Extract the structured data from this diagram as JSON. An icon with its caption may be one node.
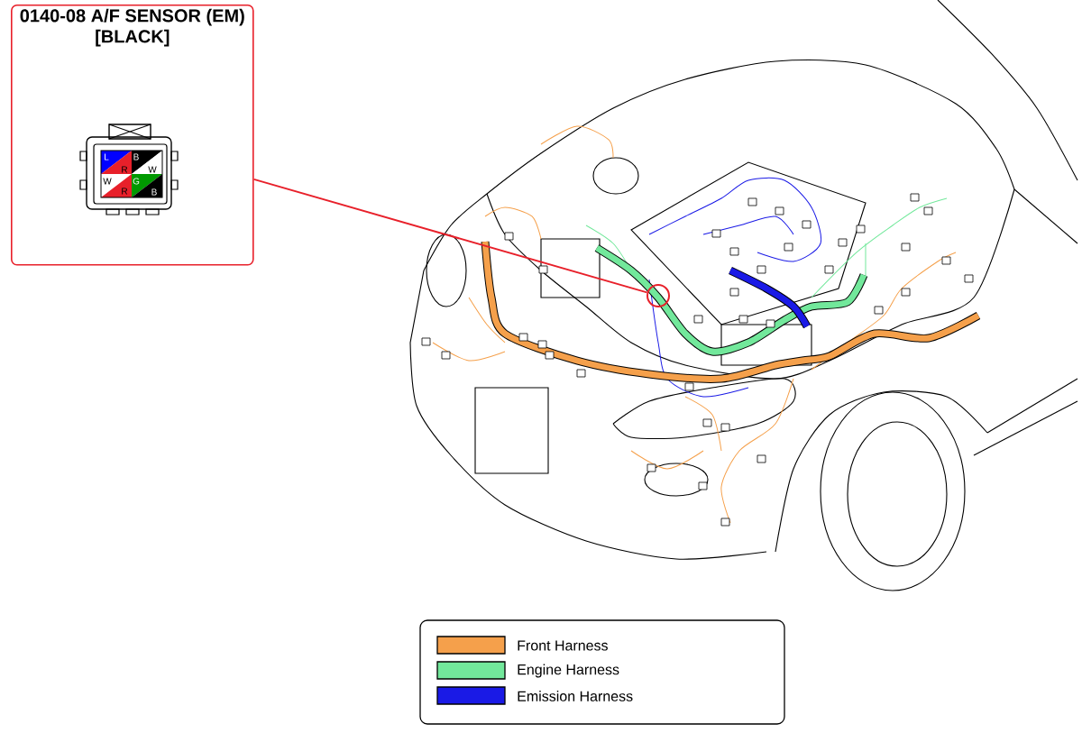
{
  "diagram": {
    "nodes": [
      {
        "text": [
          "0140-08 A/F SENSOR (EM) [BLACK]"
        ]
      },
      {
        "text": [],
        "shape": "circle"
      }
    ],
    "edges": [
      {
        "from": 0,
        "to": 1,
        "arrow": "none",
        "color": "#e8202a"
      }
    ],
    "labels": [
      "L",
      "B",
      "R",
      "W",
      "W",
      "G",
      "R",
      "B"
    ],
    "legend": [
      {
        "text": "Front Harness",
        "color": "#f5a04b"
      },
      {
        "text": "Engine Harness",
        "color": "#72e89b"
      },
      {
        "text": "Emission Harness",
        "color": "#1a1ae6"
      }
    ]
  }
}
